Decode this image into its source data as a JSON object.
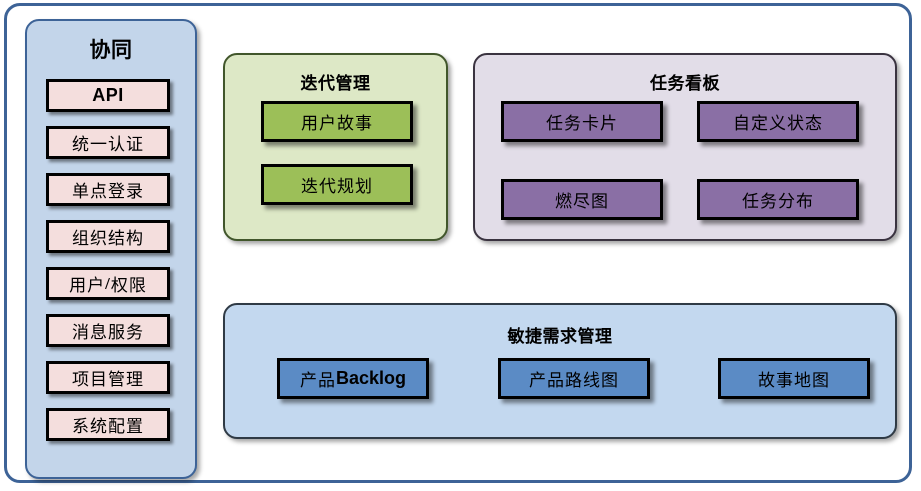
{
  "sidebar": {
    "title": "协同",
    "items": [
      {
        "label": "API",
        "style": "sans-bold"
      },
      {
        "label": "统一认证",
        "style": "serif"
      },
      {
        "label": "单点登录",
        "style": "serif"
      },
      {
        "label": "组织结构",
        "style": "serif"
      },
      {
        "label": "用户/权限",
        "style": "serif"
      },
      {
        "label": "消息服务",
        "style": "serif"
      },
      {
        "label": "项目管理",
        "style": "serif"
      },
      {
        "label": "系统配置",
        "style": "serif"
      }
    ]
  },
  "iteration": {
    "title": "迭代管理",
    "items": [
      {
        "label": "用户故事"
      },
      {
        "label": "迭代规划"
      }
    ]
  },
  "taskboard": {
    "title": "任务看板",
    "items": [
      {
        "label": "任务卡片"
      },
      {
        "label": "自定义状态"
      },
      {
        "label": "燃尽图"
      },
      {
        "label": "任务分布"
      }
    ]
  },
  "agile": {
    "title": "敏捷需求管理",
    "items": [
      {
        "label": "产品Backlog",
        "cjk": "产品",
        "latin": "Backlog"
      },
      {
        "label": "产品路线图"
      },
      {
        "label": "故事地图"
      }
    ]
  },
  "colors": {
    "outer_border": "#3d6397",
    "sidebar_bg": "#c3d5ea",
    "sidebar_item_bg": "#f4dedd",
    "iteration_bg": "#dde8c6",
    "iteration_item_bg": "#9cbf58",
    "taskboard_bg": "#e2dde8",
    "taskboard_item_bg": "#8a6fa5",
    "agile_bg": "#c3d8ef",
    "agile_item_bg": "#5b8bc5",
    "box_border": "#000000"
  }
}
